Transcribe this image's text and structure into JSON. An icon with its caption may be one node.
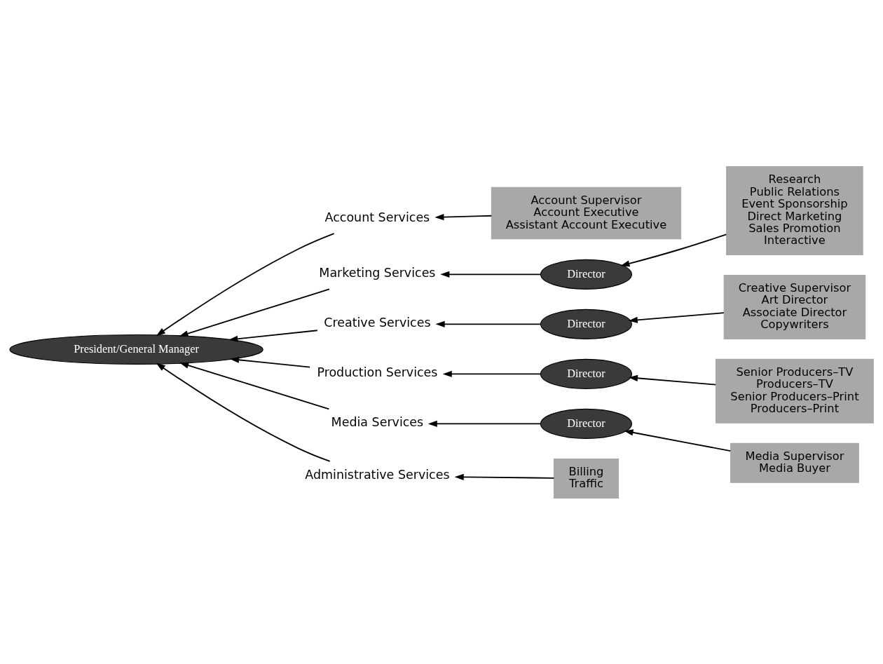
{
  "diagram": {
    "nodes": [
      {
        "text": [
          "President/General Manager"
        ]
      },
      {
        "text": [
          "Account Services"
        ]
      },
      {
        "text": [
          "Account Supervisor",
          "Account Executive",
          "Assistant Account Executive"
        ]
      },
      {
        "text": [
          "Marketing Services"
        ]
      },
      {
        "text": [
          "Director"
        ]
      },
      {
        "text": [
          "Research",
          "Public Relations",
          "Event Sponsorship",
          "Direct Marketing",
          "Sales Promotion",
          "Interactive"
        ]
      },
      {
        "text": [
          "Creative Services"
        ]
      },
      {
        "text": [
          "Director"
        ]
      },
      {
        "text": [
          "Creative Supervisor",
          "Art Director",
          "Associate Director",
          "Copywriters"
        ]
      },
      {
        "text": [
          "Production Services"
        ]
      },
      {
        "text": [
          "Director"
        ]
      },
      {
        "text": [
          "Senior Producers–TV",
          "Producers–TV",
          "Senior Producers–Print",
          "Producers–Print"
        ]
      },
      {
        "text": [
          "Media Services"
        ]
      },
      {
        "text": [
          "Director"
        ]
      },
      {
        "text": [
          "Media Supervisor",
          "Media Buyer"
        ]
      },
      {
        "text": [
          "Administrative Services"
        ]
      },
      {
        "text": [
          "Billing",
          "Traffic"
        ]
      }
    ],
    "edges": [
      {
        "from": 1,
        "to": 0,
        "arrow": "to"
      },
      {
        "from": 3,
        "to": 0,
        "arrow": "to"
      },
      {
        "from": 6,
        "to": 0,
        "arrow": "to"
      },
      {
        "from": 9,
        "to": 0,
        "arrow": "to"
      },
      {
        "from": 12,
        "to": 0,
        "arrow": "to"
      },
      {
        "from": 15,
        "to": 0,
        "arrow": "to"
      },
      {
        "from": 2,
        "to": 1,
        "arrow": "to"
      },
      {
        "from": 5,
        "to": 4,
        "arrow": "to"
      },
      {
        "from": 4,
        "to": 3,
        "arrow": "to"
      },
      {
        "from": 8,
        "to": 7,
        "arrow": "to"
      },
      {
        "from": 7,
        "to": 6,
        "arrow": "to"
      },
      {
        "from": 11,
        "to": 10,
        "arrow": "to"
      },
      {
        "from": 10,
        "to": 9,
        "arrow": "to"
      },
      {
        "from": 14,
        "to": 13,
        "arrow": "to"
      },
      {
        "from": 13,
        "to": 12,
        "arrow": "to"
      },
      {
        "from": 16,
        "to": 15,
        "arrow": "to"
      }
    ]
  }
}
